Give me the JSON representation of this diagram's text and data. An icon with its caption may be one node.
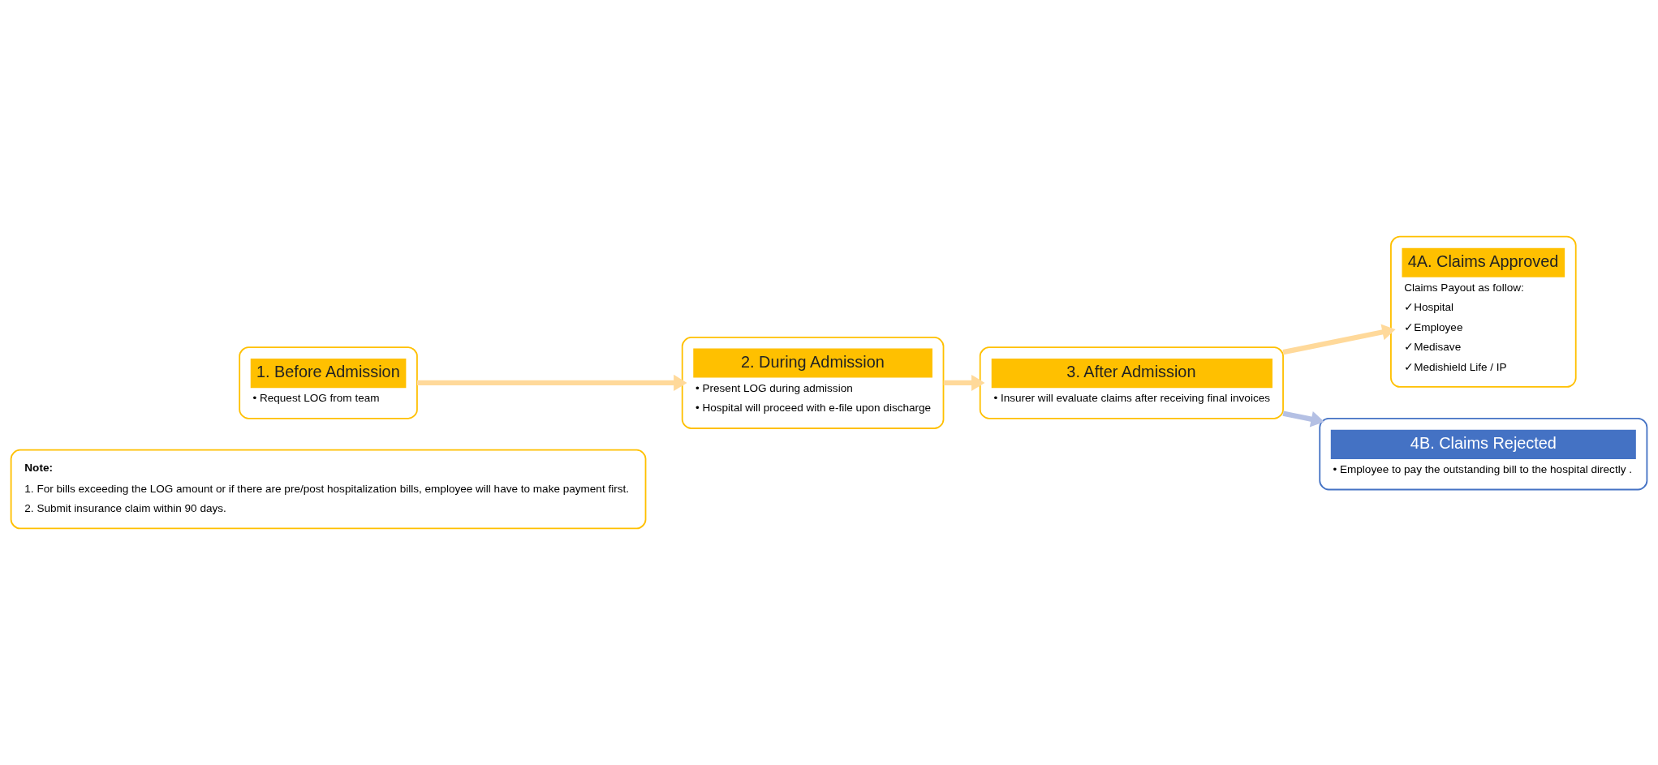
{
  "diagram": {
    "nodes": [
      {
        "text": [
          "1. Before Admission",
          "• Request LOG from team"
        ]
      },
      {
        "text": [
          "2. During Admission",
          "• Present LOG during admission",
          "• Hospital will proceed with e-file upon discharge"
        ]
      },
      {
        "text": [
          "3. After Admission",
          "• Insurer will evaluate claims after receiving final invoices"
        ]
      },
      {
        "text": [
          "4A. Claims Approved",
          "Claims Payout as follow:",
          "✓Hospital",
          "✓Employee",
          "✓Medisave",
          "✓Medishield Life / IP"
        ]
      },
      {
        "text": [
          "4B. Claims Rejected",
          "• Employee to pay the outstanding bill to the hospital directly ."
        ]
      },
      {
        "text": [
          "Note:",
          "1. For bills exceeding the LOG amount or if there are pre/post hospitalization bills, employee will have to make payment first.",
          "2. Submit insurance claim within 90 days."
        ]
      }
    ],
    "edges": [
      {
        "from": 0,
        "to": 1,
        "arrow": "to"
      },
      {
        "from": 1,
        "to": 2,
        "arrow": "to"
      },
      {
        "from": 2,
        "to": 3,
        "arrow": "to"
      },
      {
        "from": 2,
        "to": 4,
        "arrow": "to",
        "color": "#b4c0e4"
      }
    ]
  }
}
